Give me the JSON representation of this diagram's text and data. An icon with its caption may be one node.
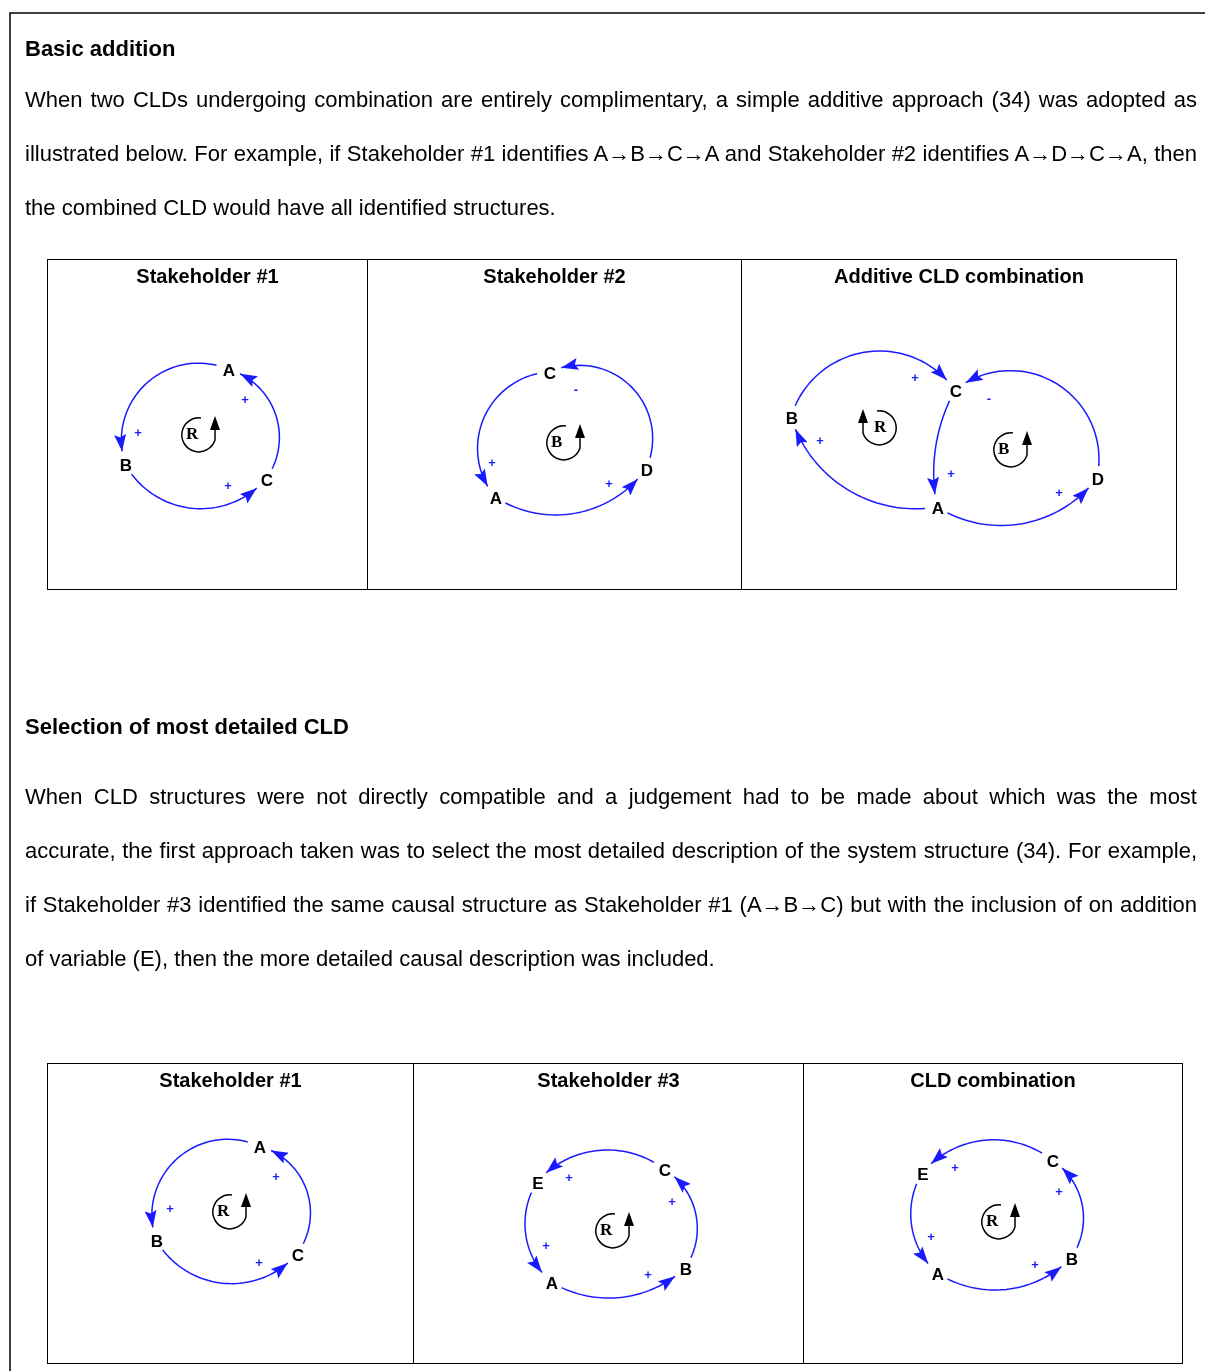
{
  "diagram": {
    "nodes": [
      {
        "text": [
          "Stakeholder #1"
        ]
      },
      {
        "text": [
          "A"
        ],
        "in": 0
      },
      {
        "text": [
          "B"
        ],
        "in": 0
      },
      {
        "text": [
          "C"
        ],
        "in": 0
      },
      {
        "text": [
          "R"
        ],
        "in": 0
      },
      {
        "text": [
          "Stakeholder #2"
        ]
      },
      {
        "text": [
          "C"
        ],
        "in": 5
      },
      {
        "text": [
          "A"
        ],
        "in": 5
      },
      {
        "text": [
          "D"
        ],
        "in": 5
      },
      {
        "text": [
          "B"
        ],
        "in": 5
      },
      {
        "text": [
          "Additive CLD combination"
        ]
      },
      {
        "text": [
          "B"
        ],
        "in": 10
      },
      {
        "text": [
          "C"
        ],
        "in": 10
      },
      {
        "text": [
          "A"
        ],
        "in": 10
      },
      {
        "text": [
          "D"
        ],
        "in": 10
      },
      {
        "text": [
          "R"
        ],
        "in": 10
      },
      {
        "text": [
          "B"
        ],
        "in": 10
      },
      {
        "text": [
          "Stakeholder #1"
        ]
      },
      {
        "text": [
          "A"
        ],
        "in": 17
      },
      {
        "text": [
          "B"
        ],
        "in": 17
      },
      {
        "text": [
          "C"
        ],
        "in": 17
      },
      {
        "text": [
          "R"
        ],
        "in": 17
      },
      {
        "text": [
          "Stakeholder #3"
        ]
      },
      {
        "text": [
          "C"
        ],
        "in": 22
      },
      {
        "text": [
          "E"
        ],
        "in": 22
      },
      {
        "text": [
          "A"
        ],
        "in": 22
      },
      {
        "text": [
          "B"
        ],
        "in": 22
      },
      {
        "text": [
          "R"
        ],
        "in": 22
      },
      {
        "text": [
          "CLD combination"
        ]
      },
      {
        "text": [
          "C"
        ],
        "in": 28
      },
      {
        "text": [
          "E"
        ],
        "in": 28
      },
      {
        "text": [
          "A"
        ],
        "in": 28
      },
      {
        "text": [
          "B"
        ],
        "in": 28
      },
      {
        "text": [
          "R"
        ],
        "in": 28
      }
    ],
    "edges": [
      {
        "from": 1,
        "to": 2,
        "arrow": "to",
        "label": "+"
      },
      {
        "from": 2,
        "to": 3,
        "arrow": "to",
        "label": "+"
      },
      {
        "from": 3,
        "to": 1,
        "arrow": "to",
        "label": "+"
      },
      {
        "from": 6,
        "to": 7,
        "arrow": "to",
        "label": "+"
      },
      {
        "from": 7,
        "to": 8,
        "arrow": "to",
        "label": "+"
      },
      {
        "from": 8,
        "to": 6,
        "arrow": "to",
        "label": "-"
      },
      {
        "from": 11,
        "to": 12,
        "arrow": "to",
        "label": "+"
      },
      {
        "from": 12,
        "to": 13,
        "arrow": "to",
        "label": "+"
      },
      {
        "from": 13,
        "to": 11,
        "arrow": "to",
        "label": "+"
      },
      {
        "from": 13,
        "to": 14,
        "arrow": "to",
        "label": "+"
      },
      {
        "from": 14,
        "to": 12,
        "arrow": "to",
        "label": "-"
      },
      {
        "from": 18,
        "to": 19,
        "arrow": "to",
        "label": "+"
      },
      {
        "from": 19,
        "to": 20,
        "arrow": "to",
        "label": "+"
      },
      {
        "from": 20,
        "to": 18,
        "arrow": "to",
        "label": "+"
      },
      {
        "from": 23,
        "to": 24,
        "arrow": "to",
        "label": "+"
      },
      {
        "from": 24,
        "to": 25,
        "arrow": "to",
        "label": "+"
      },
      {
        "from": 25,
        "to": 26,
        "arrow": "to",
        "label": "+"
      },
      {
        "from": 26,
        "to": 23,
        "arrow": "to",
        "label": "+"
      },
      {
        "from": 29,
        "to": 30,
        "arrow": "to",
        "label": "+"
      },
      {
        "from": 30,
        "to": 31,
        "arrow": "to",
        "label": "+"
      },
      {
        "from": 31,
        "to": 32,
        "arrow": "to",
        "label": "+"
      },
      {
        "from": 32,
        "to": 29,
        "arrow": "to",
        "label": "+"
      }
    ],
    "labels": [
      "Basic addition",
      "When two CLDs undergoing combination are entirely complimentary, a simple additive approach (34) was adopted as illustrated below. For example, if Stakeholder #1 identifies A→B→C→A and Stakeholder #2 identifies A→D→C→A, then the combined CLD would have all identified structures.",
      "Selection of most detailed CLD",
      "When CLD structures were not directly compatible and a judgement had to be made about which was the most accurate, the first approach taken was to select the most detailed description of the system structure (34). For example, if Stakeholder #3 identified the same causal structure as Stakeholder #1 (A→B→C) but with the inclusion of on addition of variable (E), then the more detailed causal description was included."
    ]
  }
}
